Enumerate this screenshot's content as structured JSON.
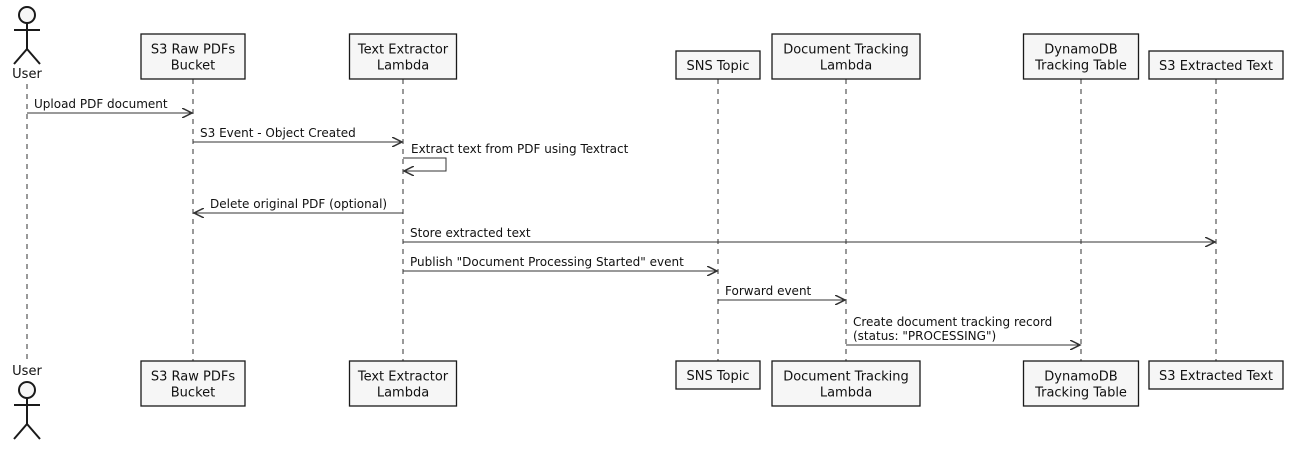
{
  "participants": [
    {
      "id": "user",
      "type": "actor",
      "lines": [
        "User"
      ]
    },
    {
      "id": "s3raw",
      "type": "box",
      "lines": [
        "S3 Raw PDFs",
        "Bucket"
      ]
    },
    {
      "id": "extractor",
      "type": "box",
      "lines": [
        "Text Extractor",
        "Lambda"
      ]
    },
    {
      "id": "sns",
      "type": "box",
      "lines": [
        "SNS Topic"
      ]
    },
    {
      "id": "tracking",
      "type": "box",
      "lines": [
        "Document Tracking",
        "Lambda"
      ]
    },
    {
      "id": "dynamo",
      "type": "box",
      "lines": [
        "DynamoDB",
        "Tracking Table"
      ]
    },
    {
      "id": "s3text",
      "type": "box",
      "lines": [
        "S3 Extracted Text"
      ]
    }
  ],
  "messages": [
    {
      "from": "user",
      "to": "s3raw",
      "lines": [
        "Upload PDF document"
      ]
    },
    {
      "from": "s3raw",
      "to": "extractor",
      "lines": [
        "S3 Event - Object Created"
      ]
    },
    {
      "from": "extractor",
      "to": "extractor",
      "lines": [
        "Extract text from PDF using Textract"
      ]
    },
    {
      "from": "extractor",
      "to": "s3raw",
      "lines": [
        "Delete original PDF (optional)"
      ]
    },
    {
      "from": "extractor",
      "to": "s3text",
      "lines": [
        "Store extracted text"
      ]
    },
    {
      "from": "extractor",
      "to": "sns",
      "lines": [
        "Publish \"Document Processing Started\" event"
      ]
    },
    {
      "from": "sns",
      "to": "tracking",
      "lines": [
        "Forward event"
      ]
    },
    {
      "from": "tracking",
      "to": "dynamo",
      "lines": [
        "Create document tracking record",
        "(status: \"PROCESSING\")"
      ]
    }
  ]
}
